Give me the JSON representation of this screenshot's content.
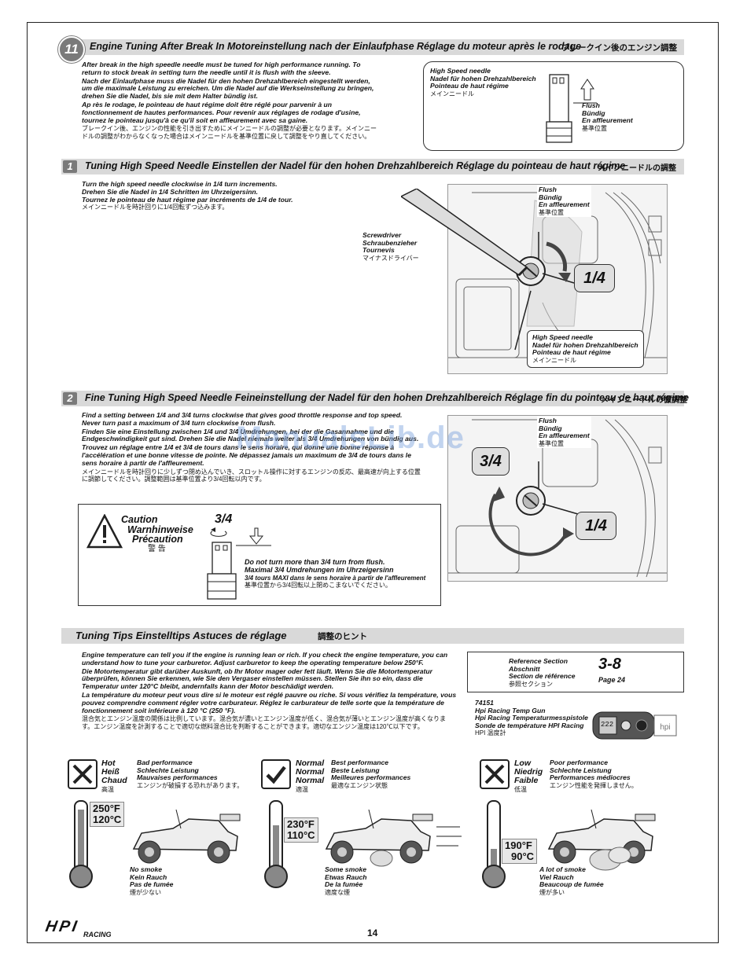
{
  "section11": {
    "number": "11",
    "title": "Engine Tuning After Break In   Motoreinstellung nach der Einlaufphase   Réglage du moteur après le rodage",
    "title_jp": "ブレークイン後のエンジン調整",
    "para_en": "After break in the high speedle needle must be tuned for high performance running. To return to stock break in setting turn the needle until it is flush with the sleeve.",
    "para_de": "Nach der Einlaufphase muss die Nadel für den hohen Drehzahlbereich eingestellt werden, um die maximale Leistung zu erreichen. Um die Nadel auf die Werkseinstellung zu bringen, drehen Sie die Nadel, bis sie mit dem Halter bündig ist.",
    "para_fr": "Ap rès le rodage, le pointeau de haut régime doit être réglé pour parvenir à un fonctionnement de hautes performances. Pour revenir aux réglages de rodage d'usine, tournez le pointeau jusqu'à ce qu'il soit en affleurement avec sa gaine.",
    "para_jp": "ブレークイン後、エンジンの性能を引き出すためにメインニードルの調整が必要となります。メインニードルの調整がわからなくなった場合はメインニードルを基準位置に戻して調整をやり直してください。",
    "needle_label": [
      "High Speed needle",
      "Nadel für hohen Drehzahlbereich",
      "Pointeau de haut régime",
      "メインニードル"
    ],
    "flush_label": [
      "Flush",
      "Bündig",
      "En affleurement",
      "基準位置"
    ]
  },
  "step1": {
    "number": "1",
    "title": "Tuning High Speed Needle    Einstellen der Nadel für den hohen Drehzahlbereich    Réglage du pointeau de haut régime",
    "title_jp": "メインニードルの調整",
    "lines": [
      "Turn the high speed needle clockwise in 1/4 turn increments.",
      "Drehen Sie die Nadel in 1/4 Schritten im Uhrzeigersinn.",
      "Tournez le pointeau de haut régime par incréments de 1/4 de tour."
    ],
    "line_jp": "メインニードルを時計回りに1/4回転ずつ込みます。",
    "screwdriver_label": [
      "Screwdriver",
      "Schraubenzieher",
      "Tournevis",
      "マイナスドライバー"
    ],
    "flush_label": [
      "Flush",
      "Bündig",
      "En affleurement",
      "基準位置"
    ],
    "needle_label": [
      "High Speed needle",
      "Nadel für hohen Drehzahlbereich",
      "Pointeau de haut régime",
      "メインニードル"
    ],
    "fraction": "1/4"
  },
  "step2": {
    "number": "2",
    "title": "Fine Tuning High Speed Needle    Feineinstellung der Nadel für den hohen Drehzahlbereich    Réglage fin du pointeau de haut régime",
    "title_jp": "メインニードルの微調整",
    "para_en": "Find a setting between 1/4 and 3/4 turns clockwise that gives good throttle response and top speed. Never turn past a maximum of 3/4 turn clockwise from flush.",
    "para_de": "Finden Sie eine Einstellung zwischen 1/4 und 3/4 Umdrehungen, bei der die Gasannahme und die Endgeschwindigkeit gut sind. Drehen Sie die Nadel niemals weiter als 3/4 Umdrehungen von bündig aus.",
    "para_fr": "Trouvez un réglage entre 1/4 et 3/4 de tours dans le sens horaire, qui donne une bonne réponse à l'accélération et une bonne vitesse de pointe. Ne dépassez jamais un maximum de 3/4 de tours dans le sens horaire à partir de l'affleurement.",
    "para_jp": "メインニードルを時計回りに少しずつ閉め込んでいき、スロットル操作に対するエンジンの反応、最高速が向上する位置に調節してください。調整範囲は基準位置より3/4回転以内です。",
    "flush_label": [
      "Flush",
      "Bündig",
      "En affleurement",
      "基準位置"
    ],
    "fraction_a": "3/4",
    "fraction_b": "1/4",
    "caution": {
      "titles": [
        "Caution",
        "Warnhinweise",
        "Précaution",
        "警 告"
      ],
      "fraction": "3/4",
      "lines": [
        "Do not turn more than 3/4 turn from flush.",
        "Maximal 3/4 Umdrehungen im Uhrzeigersinn",
        "3/4 tours MAXI dans le sens horaire à partir de l'affleurement"
      ],
      "line_jp": "基準位置から3/4回転以上閉めこまないでください。"
    }
  },
  "tips": {
    "title": "Tuning Tips    Einstelltips    Astuces de réglage",
    "title_jp": "調整のヒント",
    "para_en": "Engine temperature can tell you if the engine is running lean or rich. If you check the engine temperature, you can understand how to tune your carburetor. Adjust carburetor to keep the operating temperature below 250°F.",
    "para_de": "Die Motortemperatur gibt darüber Auskunft, ob Ihr Motor mager oder fett läuft. Wenn Sie die Motortemperatur überprüfen, können Sie erkennen, wie Sie den Vergaser einstellen müssen. Stellen Sie ihn so ein, dass die Temperatur unter 120°C bleibt, andernfalls kann der Motor beschädigt werden.",
    "para_fr": "La température du moteur peut vous dire si le moteur est réglé pauvre ou riche. Si vous vérifiez la température, vous pouvez comprendre comment régler votre carburateur. Réglez le carburateur de telle sorte que la température de fonctionnement soit inférieure à 120 °C (250 °F).",
    "para_jp": "混合気とエンジン温度の関係は比例しています。混合気が濃いとエンジン温度が低く、混合気が薄いとエンジン温度が高くなります。エンジン温度を計測することで適切な燃料混合比を判断することができます。適切なエンジン温度は120℃以下です。",
    "reference": {
      "labels": [
        "Reference Section",
        "Abschnitt",
        "Section de référence",
        "参照セクション"
      ],
      "section": "3-8",
      "page": "Page 24"
    },
    "gun": {
      "lines": [
        "74151",
        "Hpi Racing Temp Gun",
        "Hpi Racing Temperaturmesspistole",
        "Sonde de température HPI Racing",
        "HPI 温度計"
      ],
      "display": "222"
    }
  },
  "conditions": [
    {
      "icon": "cross-icon",
      "title": [
        "Hot",
        "Heiß",
        "Chaud",
        "高温"
      ],
      "perf": [
        "Bad performance",
        "Schlechte Leistung",
        "Mauvaises performances",
        "エンジンが破損する恐れがあります。"
      ],
      "temp_f": "250°F",
      "temp_c": "120°C",
      "smoke": [
        "No smoke",
        "Kein Rauch",
        "Pas de fumée",
        "煙が少ない"
      ]
    },
    {
      "icon": "check-icon",
      "title": [
        "Normal",
        "Normal",
        "Normal",
        "適温"
      ],
      "perf": [
        "Best performance",
        "Beste Leistung",
        "Meilleures performances",
        "最適なエンジン状態"
      ],
      "temp_f": "230°F",
      "temp_c": "110°C",
      "smoke": [
        "Some smoke",
        "Etwas Rauch",
        "De la fumée",
        "適度な煙"
      ]
    },
    {
      "icon": "cross-icon",
      "title": [
        "Low",
        "Niedrig",
        "Faible",
        "低温"
      ],
      "perf": [
        "Poor performance",
        "Schlechte Leistung",
        "Performances médiocres",
        "エンジン性能を発揮しません。"
      ],
      "temp_f": "190°F",
      "temp_c": "90°C",
      "smoke": [
        "A lot of smoke",
        "Viel Rauch",
        "Beaucoup de fumée",
        "煙が多い"
      ]
    }
  ],
  "watermark": "ManualsLib.de",
  "footer": {
    "logo": "HPI",
    "logo_sub": "RACING",
    "page": "14"
  },
  "colors": {
    "bar": "#d9d9d9",
    "badge": "#7a7a7a",
    "accent_panel": "#e0e0e0"
  }
}
